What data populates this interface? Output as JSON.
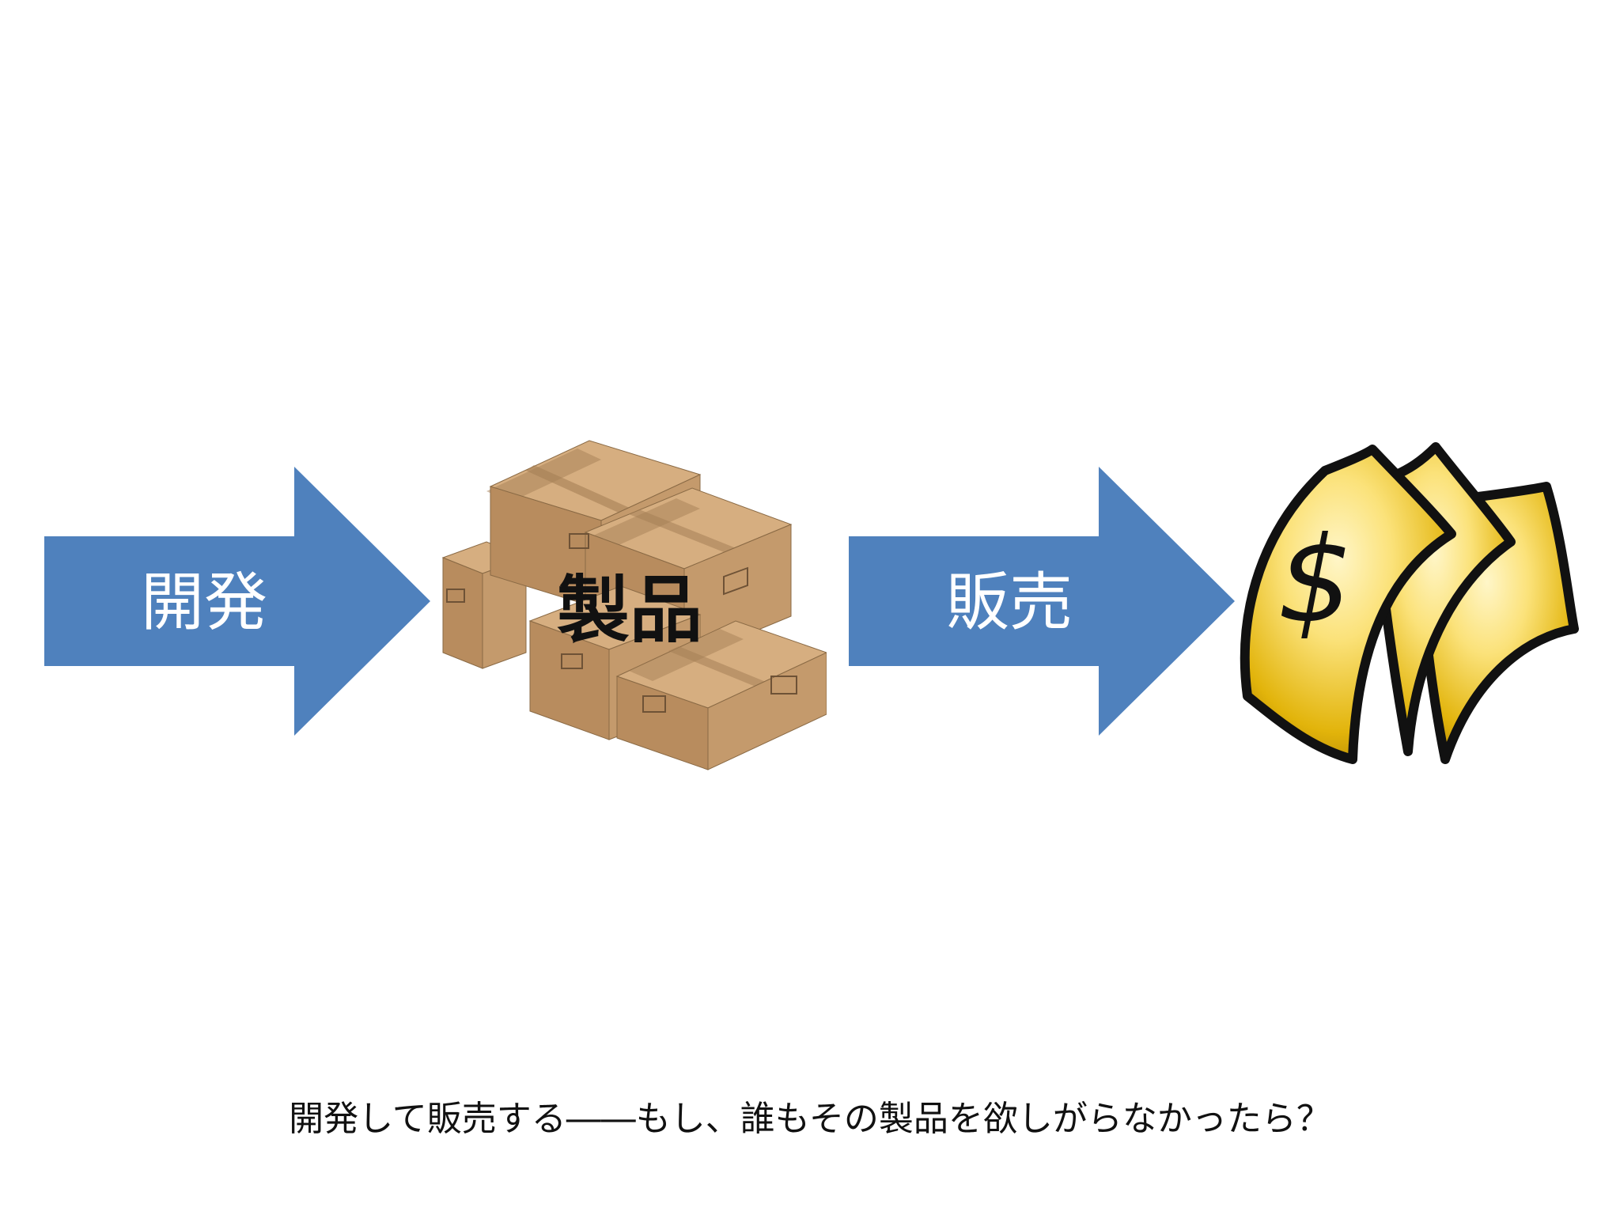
{
  "diagram": {
    "step_develop": "開発",
    "step_product": "製品",
    "step_sell": "販売",
    "caption": "開発して販売する――もし、誰もその製品を欲しがらなかったら？",
    "money_symbol": "$"
  },
  "colors": {
    "arrow": "#4f81bd",
    "box_face": "#c49a6c",
    "box_top": "#d6ae80",
    "tape": "#a57f55",
    "gold": "#e2b40b",
    "gold_light": "#fbe27a"
  },
  "icons": [
    "cardboard-boxes-icon",
    "money-bills-icon"
  ]
}
